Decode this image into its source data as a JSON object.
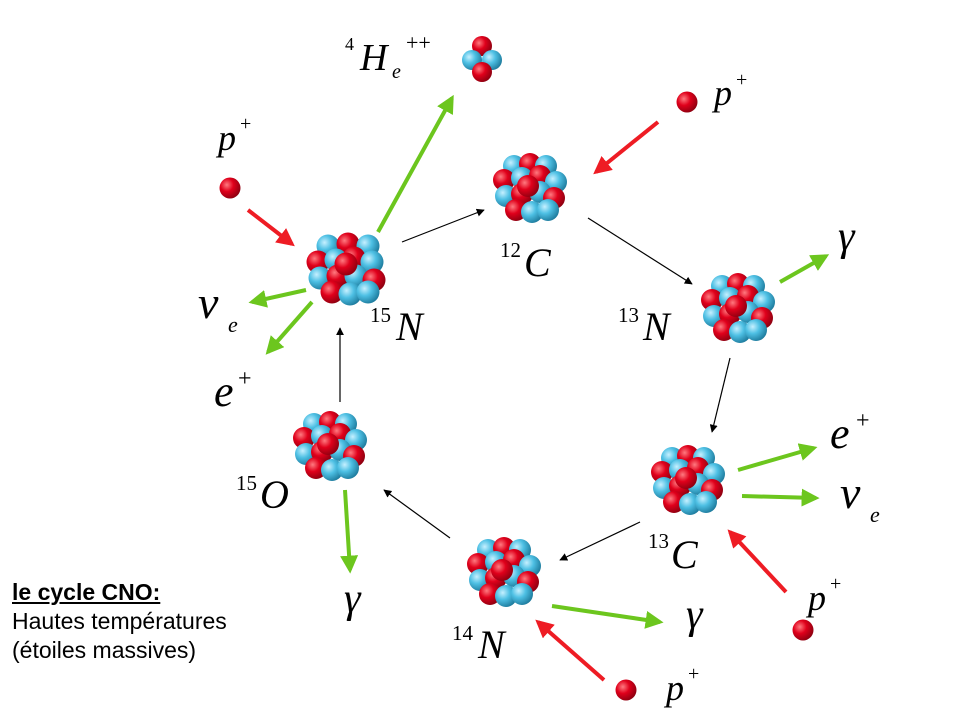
{
  "caption": {
    "title": "le cycle CNO:",
    "line1": "Hautes températures",
    "line2": "(étoiles massives)"
  },
  "nuclei": {
    "c12": {
      "mass": "12",
      "symbol": "C"
    },
    "n13": {
      "mass": "13",
      "symbol": "N"
    },
    "c13": {
      "mass": "13",
      "symbol": "C"
    },
    "n14": {
      "mass": "14",
      "symbol": "N"
    },
    "o15": {
      "mass": "15",
      "symbol": "O"
    },
    "n15": {
      "mass": "15",
      "symbol": "N"
    },
    "he4": {
      "mass": "4",
      "symbol": "H",
      "sub": "e",
      "charge": "++"
    }
  },
  "particles": {
    "proton": {
      "symbol": "p",
      "charge": "+"
    },
    "gamma": "γ",
    "positron": {
      "symbol": "e",
      "charge": "+"
    },
    "neutrino": {
      "symbol": "ν",
      "sub": "e"
    }
  },
  "colors": {
    "proton": "#e0001b",
    "neutron": "#4ec0e4",
    "emission_arrow": "#6cc61e",
    "proton_arrow": "#ee1c24",
    "cycle_arrow": "#000000"
  }
}
